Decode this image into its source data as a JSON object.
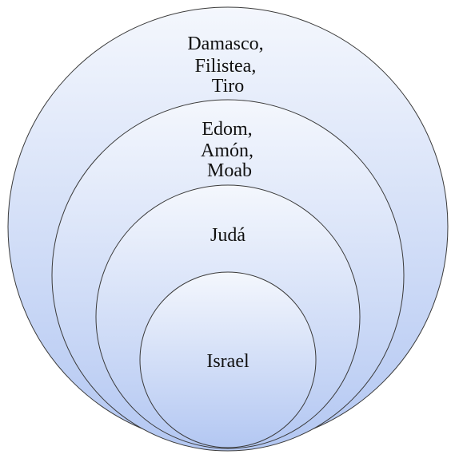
{
  "diagram": {
    "rings": [
      {
        "id": "outer",
        "lines": [
          "Damasco,",
          "Filistea,",
          "Tiro"
        ]
      },
      {
        "id": "second",
        "lines": [
          "Edom,",
          "Amón,",
          "Moab"
        ]
      },
      {
        "id": "third",
        "lines": [
          "Judá"
        ]
      },
      {
        "id": "inner",
        "lines": [
          "Israel"
        ]
      }
    ],
    "colors": {
      "fill_top": "#f4f7fd",
      "fill_bottom": "#b3c7f2",
      "stroke": "#3a3a3a",
      "text": "#111111"
    }
  }
}
